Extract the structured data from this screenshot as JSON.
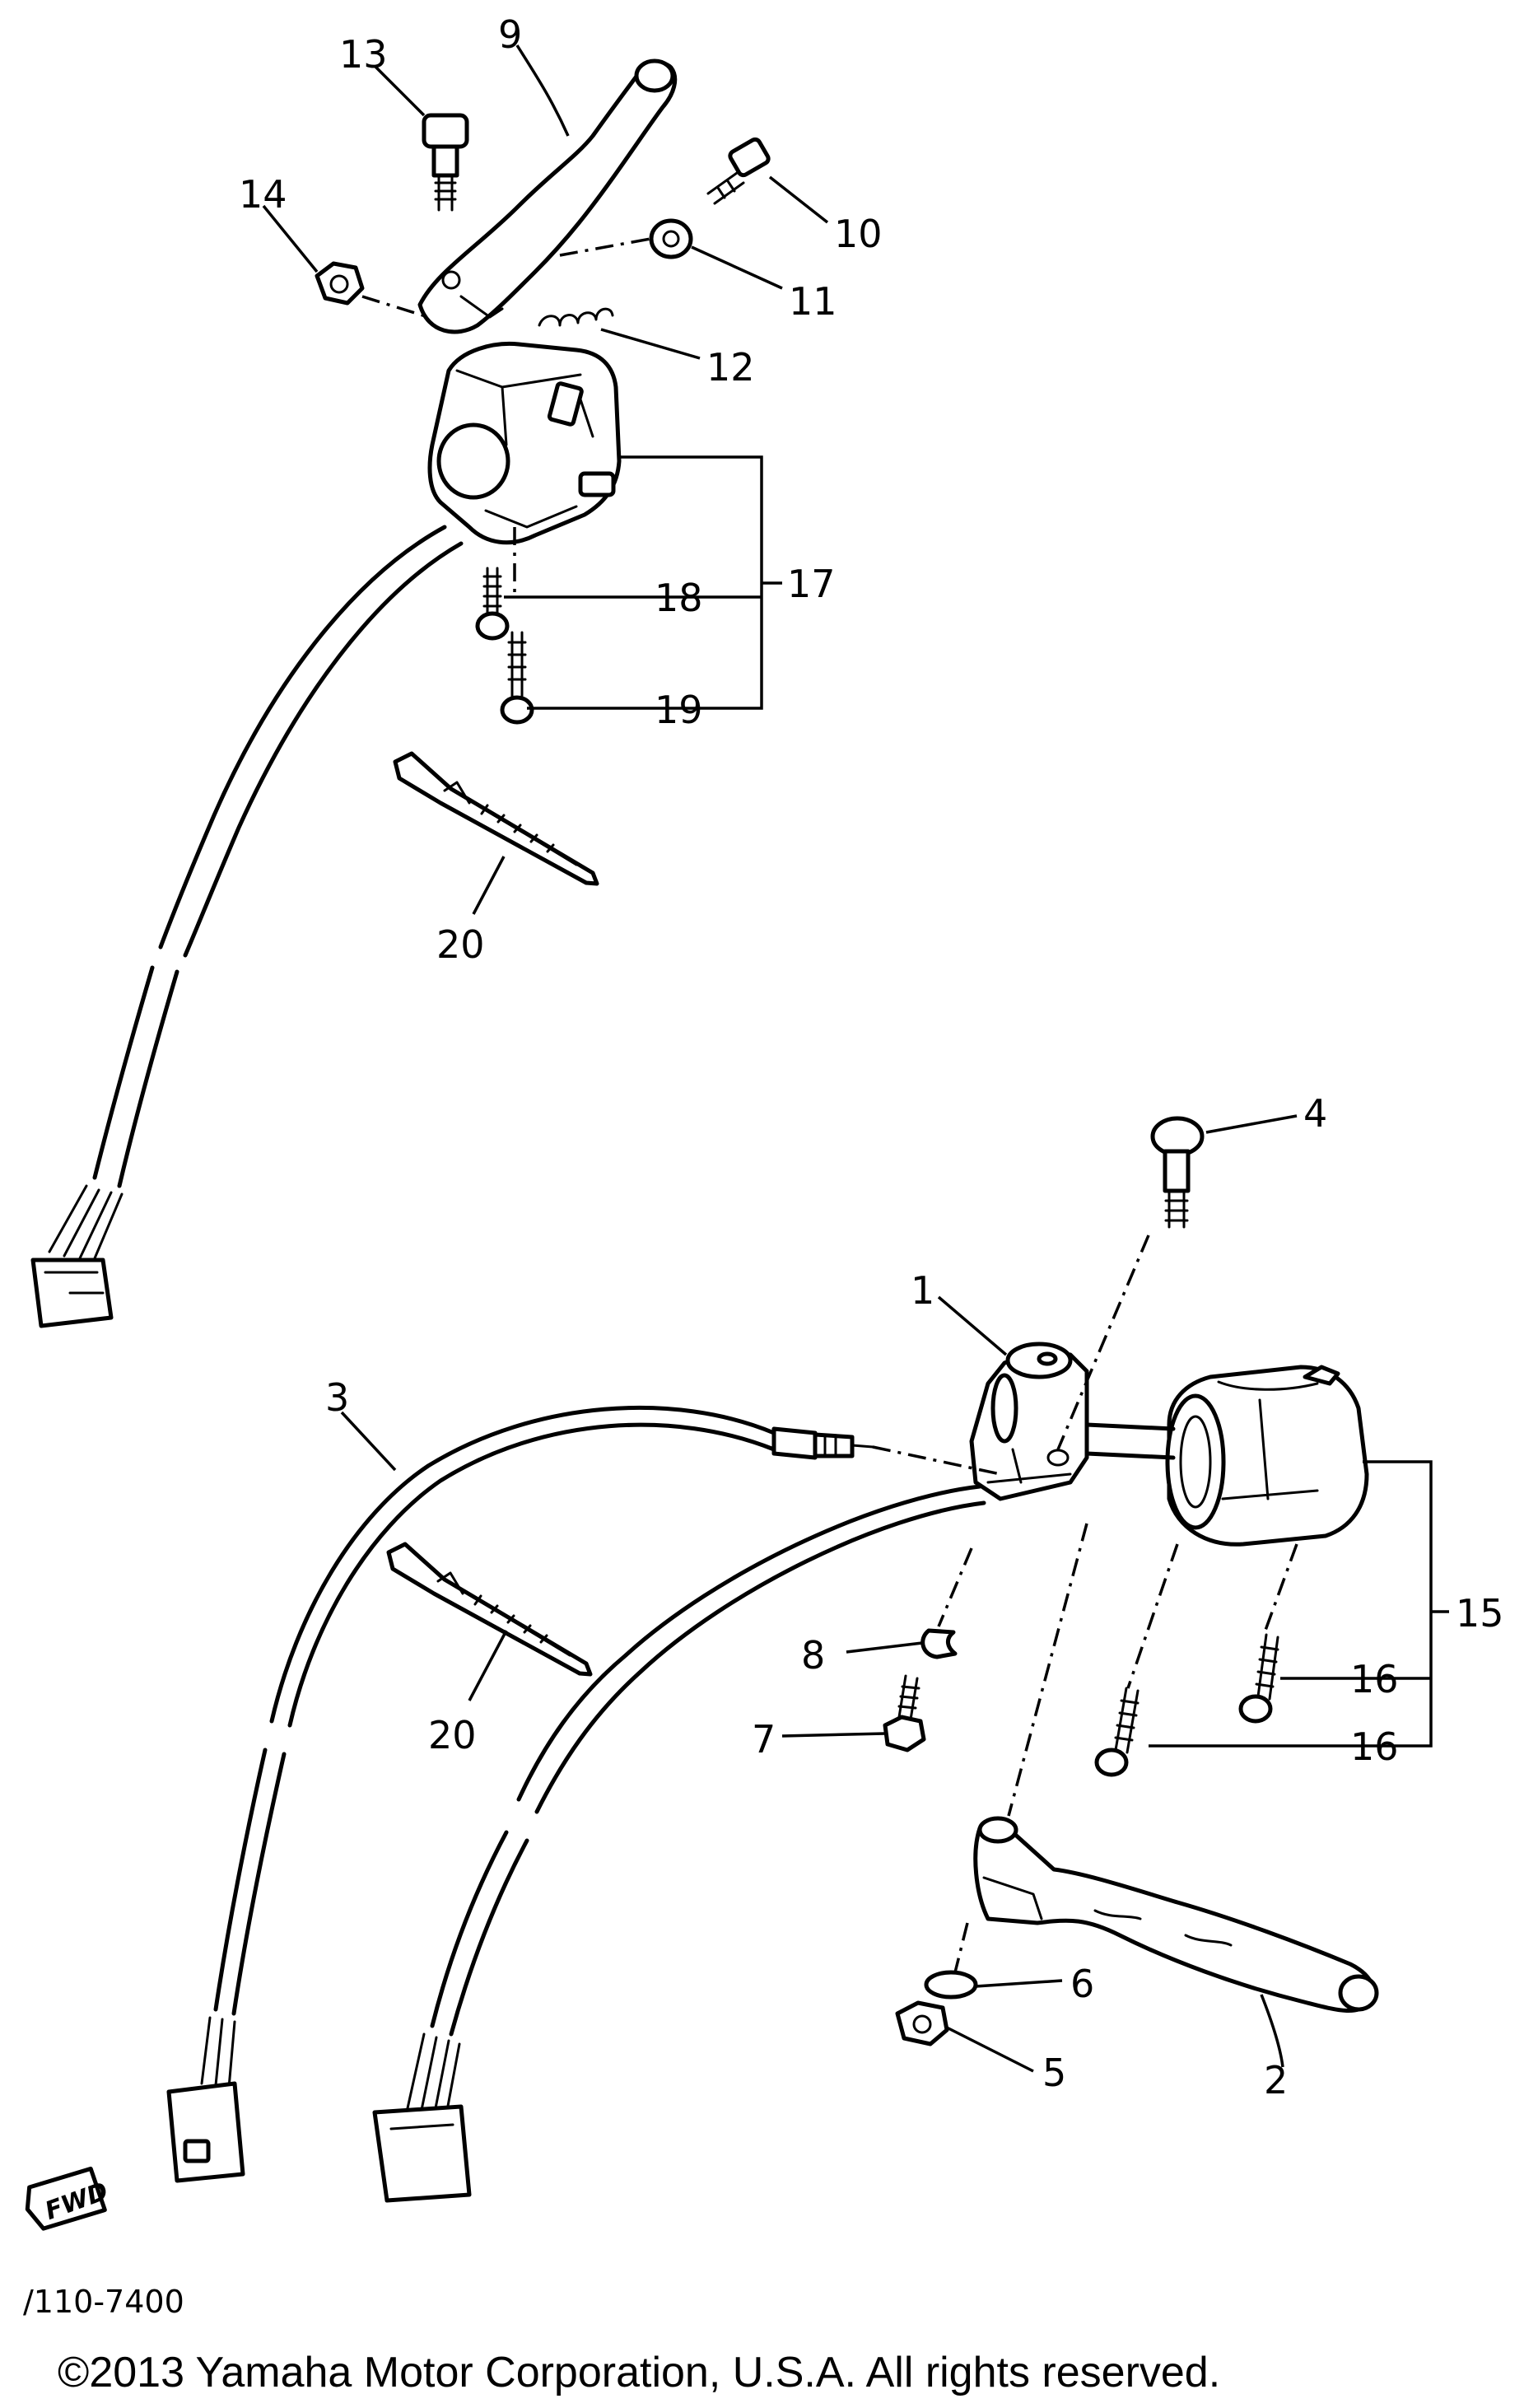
{
  "callouts": {
    "c1": "1",
    "c2": "2",
    "c3": "3",
    "c4": "4",
    "c5": "5",
    "c6": "6",
    "c7": "7",
    "c8": "8",
    "c9": "9",
    "c10": "10",
    "c11": "11",
    "c12": "12",
    "c13": "13",
    "c14": "14",
    "c15": "15",
    "c16a": "16",
    "c16b": "16",
    "c17": "17",
    "c18": "18",
    "c19": "19",
    "c20a": "20",
    "c20b": "20"
  },
  "fwd_label": "FWD",
  "figure_ref": "/110-7400",
  "copyright": "©2013 Yamaha Motor Corporation, U.S.A. All rights reserved."
}
